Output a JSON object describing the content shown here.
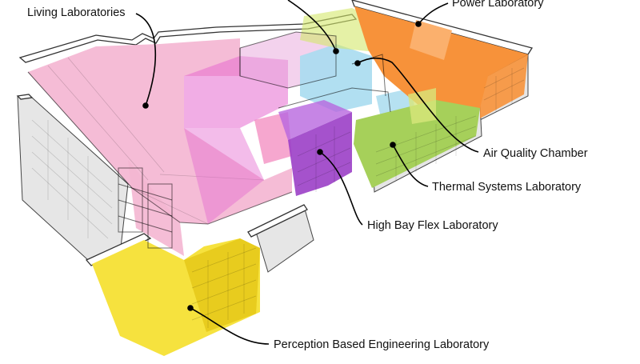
{
  "labels": {
    "living": "Living Laboratories",
    "power": "Power Laboratory",
    "air_quality": "Air Quality Chamber",
    "thermal": "Thermal Systems Laboratory",
    "high_bay": "High Bay Flex Laboratory",
    "perception": "Perception Based Engineering Laboratory"
  },
  "colors": {
    "living": "#f4b6d2",
    "power": "#f7923a",
    "air_quality": "#a9dcef",
    "thermal": "#a6d05a",
    "high_bay": "#9b3fc6",
    "perception": "#f6e23e",
    "magenta": "#e56ad0"
  }
}
